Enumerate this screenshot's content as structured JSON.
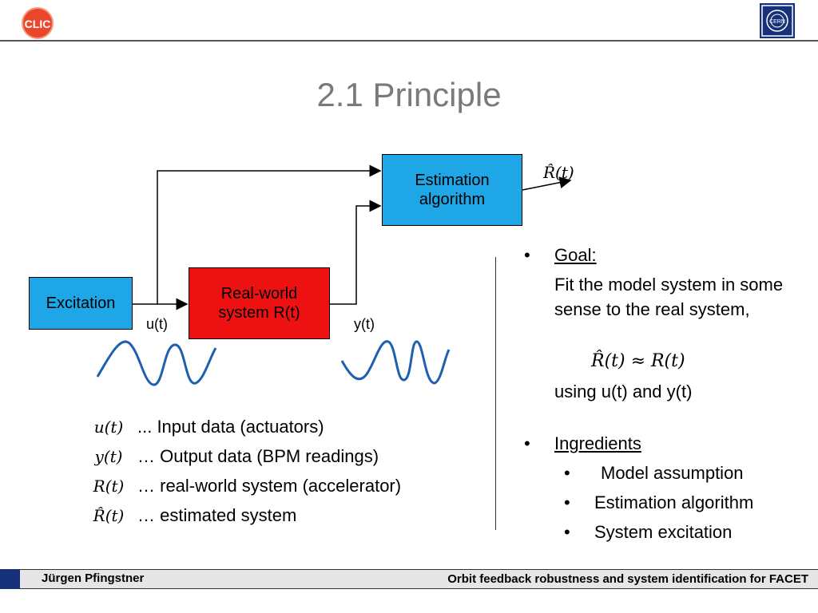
{
  "header": {
    "left_logo_text": "CLIC",
    "right_logo_text": "CERN"
  },
  "title": "2.1 Principle",
  "diagram": {
    "excitation_label": "Excitation",
    "realworld_label": "Real-world\nsystem R(t)",
    "estimation_label": "Estimation\nalgorithm",
    "u_label": "u(t)",
    "y_label": "y(t)",
    "rhat_output": "R̂(t)"
  },
  "legend": [
    {
      "symbol": "u(t)",
      "text": "... Input data (actuators)"
    },
    {
      "symbol": "y(t)",
      "text": "… Output data (BPM readings)"
    },
    {
      "symbol": "R(t)",
      "text": "… real-world system (accelerator)"
    },
    {
      "symbol": "R̂(t)",
      "text": "… estimated system"
    }
  ],
  "right_panel": {
    "goal_title": "Goal:",
    "goal_text": "Fit the model system in some sense to the real system,",
    "formula": "R̂(t) ≈ R(t)",
    "using_text": "using u(t) and y(t)",
    "ingredients_title": "Ingredients",
    "ingredients": [
      "Model assumption",
      "Estimation algorithm",
      "System excitation"
    ]
  },
  "footer": {
    "author": "Jürgen Pfingstner",
    "talk_title": "Orbit feedback robustness and system identification for FACET"
  },
  "colors": {
    "blue_box": "#1fa6e6",
    "red_box": "#ee1111",
    "footer_bar": "#16307a",
    "wave": "#1f5fb0"
  }
}
